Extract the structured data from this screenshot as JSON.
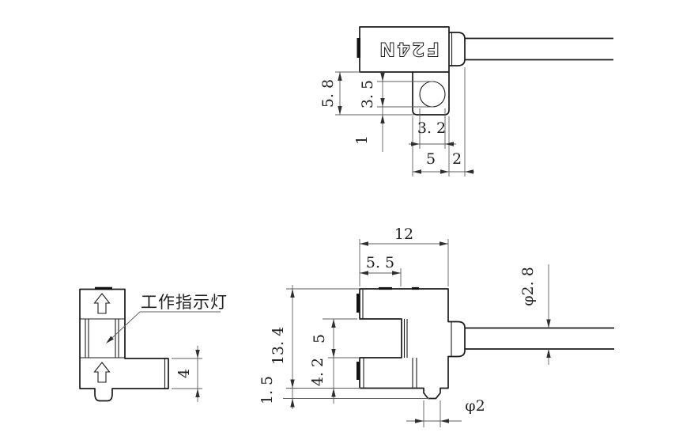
{
  "part": {
    "model_marking": "F24N",
    "callout": "工作指示灯"
  },
  "top_view": {
    "dims": {
      "d_5_8": "5. 8",
      "d_3_5": "3. 5",
      "d_1": "1",
      "d_3_2": "3. 2",
      "d_5": "5",
      "d_2": "2"
    }
  },
  "front_view": {
    "dims": {
      "d_4": "4"
    }
  },
  "side_view": {
    "dims": {
      "d_12": "12",
      "d_5_5": "5. 5",
      "d_13_4": "13. 4",
      "d_5": "5",
      "d_4_2": "4. 2",
      "d_1_5": "1. 5",
      "d_phi2": "φ2",
      "d_phi2_8": "φ2. 8"
    }
  }
}
